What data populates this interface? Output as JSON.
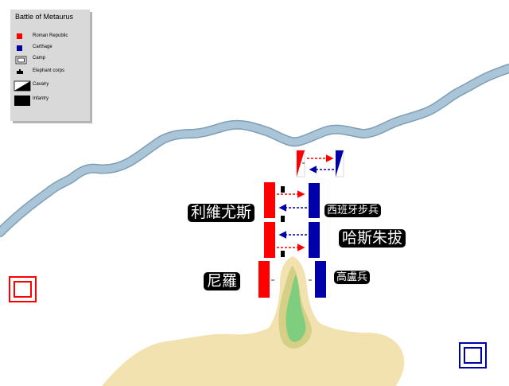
{
  "legend": {
    "title": "Battle of Metaurus",
    "items": [
      {
        "label": "Roman Republic",
        "icon": "roman-color-swatch-icon"
      },
      {
        "label": "Carthage",
        "icon": "carthage-color-swatch-icon"
      },
      {
        "label": "Camp",
        "icon": "camp-icon"
      },
      {
        "label": "Elephant corps",
        "icon": "elephant-icon"
      },
      {
        "label": "Cavalry",
        "icon": "cavalry-icon"
      },
      {
        "label": "Infantry",
        "icon": "infantry-icon"
      }
    ]
  },
  "labels": {
    "livius": "利維尤斯",
    "spanish": "西班牙步兵",
    "hasdrubal": "哈斯朱拔",
    "nero": "尼羅",
    "gauls": "高盧兵"
  },
  "colors": {
    "roman": "#ff0000",
    "carthage": "#0000aa",
    "river": "#aac4d8",
    "river_edge": "#7f9fb6",
    "hill": "#f2e2b0",
    "hill_mid": "#d6cf86",
    "hill_green": "#7fce7f",
    "legend_bg": "#d9d9d9"
  }
}
